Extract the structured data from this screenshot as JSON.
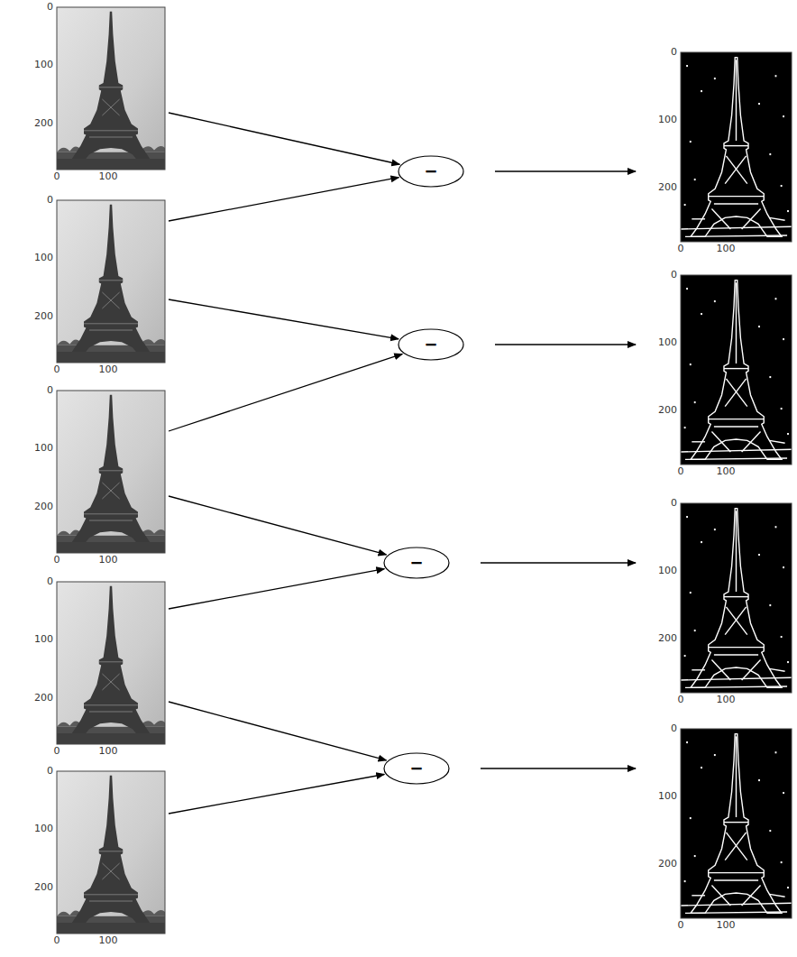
{
  "diagram": {
    "nodes": [
      {
        "text": [
          "0",
          "100",
          "200",
          "0",
          "100"
        ]
      },
      {
        "text": [
          "0",
          "100",
          "200",
          "0",
          "100"
        ]
      },
      {
        "text": [
          "0",
          "100",
          "200",
          "0",
          "100"
        ]
      },
      {
        "text": [
          "0",
          "100",
          "200",
          "0",
          "100"
        ]
      },
      {
        "text": [
          "0",
          "100",
          "200",
          "0",
          "100"
        ]
      },
      {
        "text": [
          "−"
        ]
      },
      {
        "text": [
          "−"
        ]
      },
      {
        "text": [
          "−"
        ]
      },
      {
        "text": [
          "−"
        ]
      },
      {
        "text": [
          "0",
          "100",
          "200",
          "0",
          "100"
        ]
      },
      {
        "text": [
          "0",
          "100",
          "200",
          "0",
          "100"
        ]
      },
      {
        "text": [
          "0",
          "100",
          "200",
          "0",
          "100"
        ]
      },
      {
        "text": [
          "0",
          "100",
          "200",
          "0",
          "100"
        ]
      }
    ],
    "edges": [
      {
        "from": 0,
        "to": 5,
        "arrow": "to"
      },
      {
        "from": 1,
        "to": 5,
        "arrow": "to"
      },
      {
        "from": 1,
        "to": 6,
        "arrow": "to"
      },
      {
        "from": 2,
        "to": 6,
        "arrow": "to"
      },
      {
        "from": 2,
        "to": 7,
        "arrow": "to"
      },
      {
        "from": 3,
        "to": 7,
        "arrow": "to"
      },
      {
        "from": 3,
        "to": 8,
        "arrow": "to"
      },
      {
        "from": 4,
        "to": 8,
        "arrow": "to"
      },
      {
        "from": 5,
        "to": 9,
        "arrow": "to"
      },
      {
        "from": 6,
        "to": 10,
        "arrow": "to"
      },
      {
        "from": 7,
        "to": 11,
        "arrow": "to"
      },
      {
        "from": 8,
        "to": 12,
        "arrow": "to"
      }
    ]
  }
}
